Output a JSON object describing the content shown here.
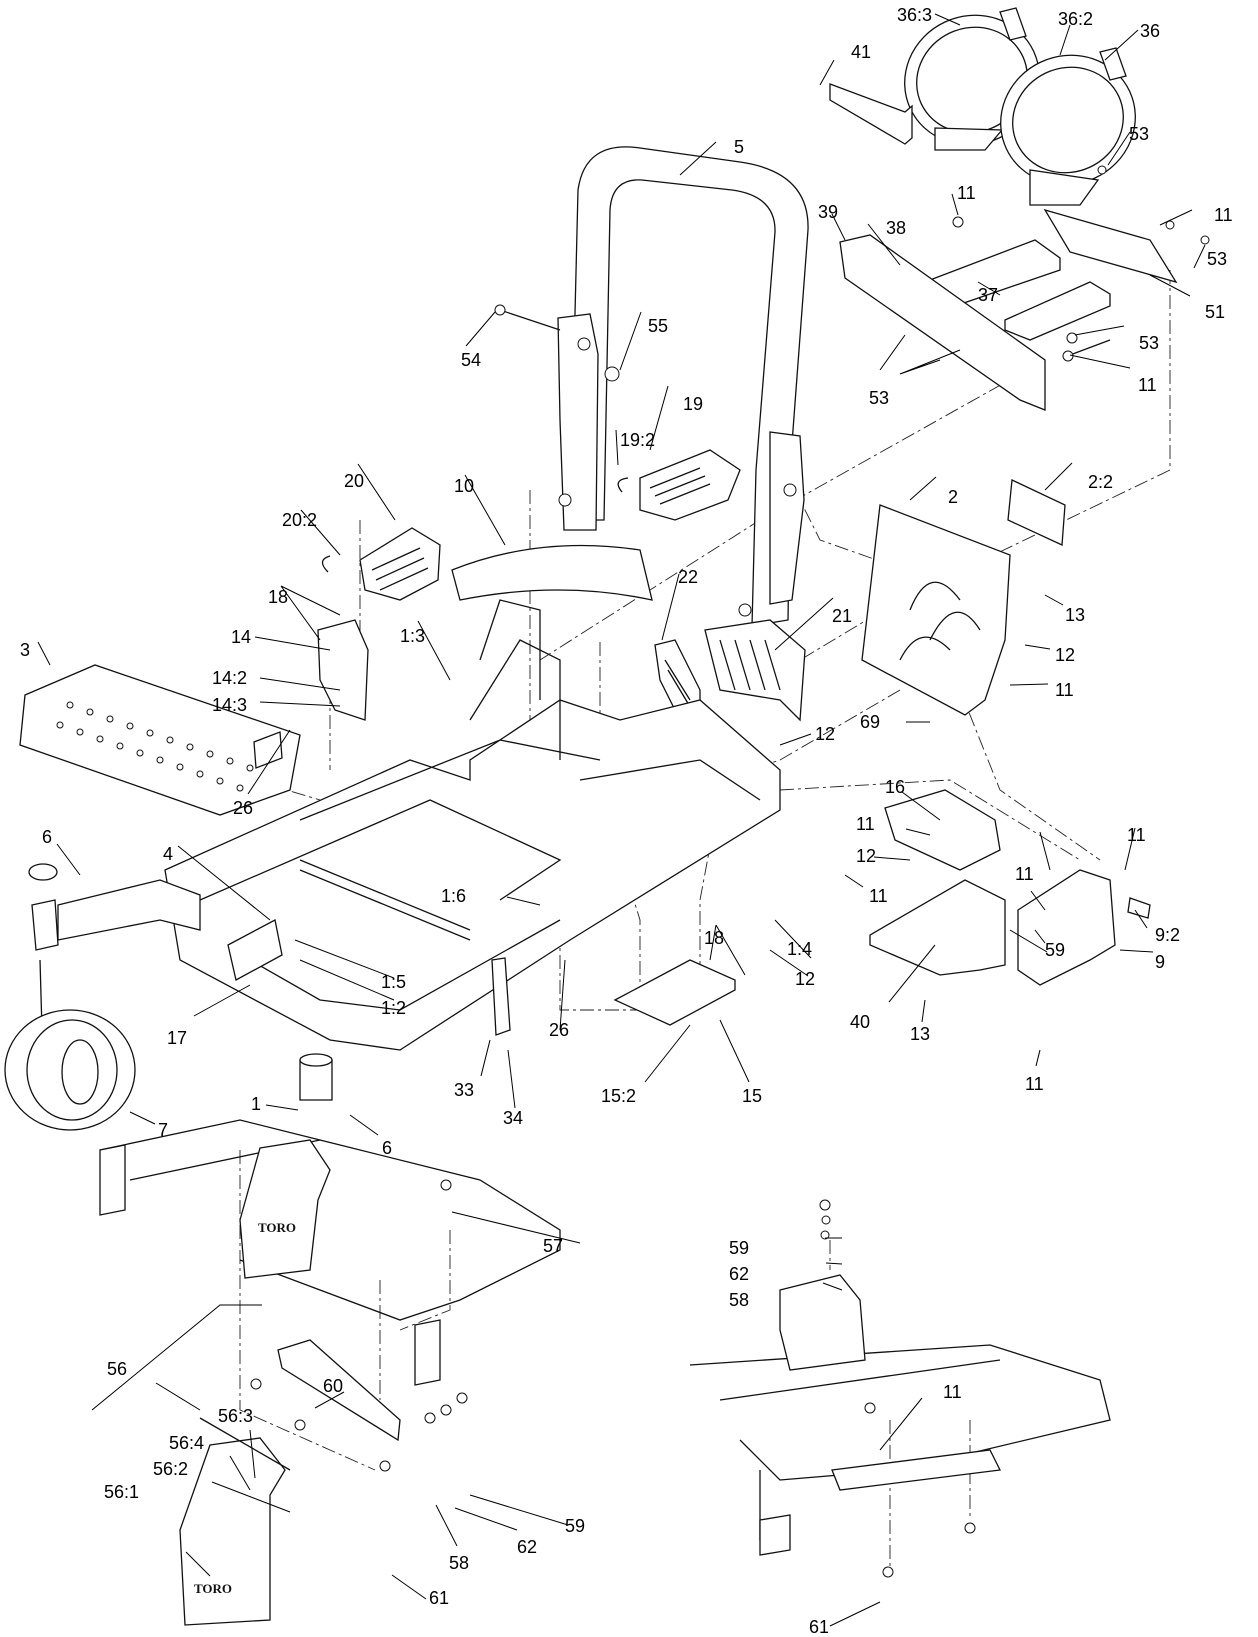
{
  "diagram": {
    "logo_text": "TORO",
    "callouts": [
      {
        "id": "36:3",
        "text": "36:3"
      },
      {
        "id": "36:2",
        "text": "36:2"
      },
      {
        "id": "36",
        "text": "36"
      },
      {
        "id": "41",
        "text": "41"
      },
      {
        "id": "53a",
        "text": "53"
      },
      {
        "id": "5",
        "text": "5"
      },
      {
        "id": "11a",
        "text": "11"
      },
      {
        "id": "11b",
        "text": "11"
      },
      {
        "id": "39",
        "text": "39"
      },
      {
        "id": "38",
        "text": "38"
      },
      {
        "id": "53b",
        "text": "53"
      },
      {
        "id": "51",
        "text": "51"
      },
      {
        "id": "37",
        "text": "37"
      },
      {
        "id": "53c",
        "text": "53"
      },
      {
        "id": "54",
        "text": "54"
      },
      {
        "id": "55",
        "text": "55"
      },
      {
        "id": "11c",
        "text": "11"
      },
      {
        "id": "53d",
        "text": "53"
      },
      {
        "id": "19",
        "text": "19"
      },
      {
        "id": "19:2",
        "text": "19:2"
      },
      {
        "id": "20",
        "text": "20"
      },
      {
        "id": "10",
        "text": "10"
      },
      {
        "id": "2",
        "text": "2"
      },
      {
        "id": "2:2",
        "text": "2:2"
      },
      {
        "id": "20:2",
        "text": "20:2"
      },
      {
        "id": "22",
        "text": "22"
      },
      {
        "id": "18a",
        "text": "18"
      },
      {
        "id": "13a",
        "text": "13"
      },
      {
        "id": "21",
        "text": "21"
      },
      {
        "id": "3",
        "text": "3"
      },
      {
        "id": "14",
        "text": "14"
      },
      {
        "id": "1:3",
        "text": "1:3"
      },
      {
        "id": "12a",
        "text": "12"
      },
      {
        "id": "14:2",
        "text": "14:2"
      },
      {
        "id": "14:3",
        "text": "14:3"
      },
      {
        "id": "11d",
        "text": "11"
      },
      {
        "id": "69",
        "text": "69"
      },
      {
        "id": "12b",
        "text": "12"
      },
      {
        "id": "16",
        "text": "16"
      },
      {
        "id": "26a",
        "text": "26"
      },
      {
        "id": "11e",
        "text": "11"
      },
      {
        "id": "11f",
        "text": "11"
      },
      {
        "id": "12c",
        "text": "12"
      },
      {
        "id": "6a",
        "text": "6"
      },
      {
        "id": "4",
        "text": "4"
      },
      {
        "id": "11g",
        "text": "11"
      },
      {
        "id": "11h",
        "text": "11"
      },
      {
        "id": "1:6",
        "text": "1:6"
      },
      {
        "id": "9:2",
        "text": "9:2"
      },
      {
        "id": "18b",
        "text": "18"
      },
      {
        "id": "59a",
        "text": "59"
      },
      {
        "id": "1:4",
        "text": "1:4"
      },
      {
        "id": "9",
        "text": "9"
      },
      {
        "id": "1:5",
        "text": "1:5"
      },
      {
        "id": "12d",
        "text": "12"
      },
      {
        "id": "1:2",
        "text": "1:2"
      },
      {
        "id": "26b",
        "text": "26"
      },
      {
        "id": "40",
        "text": "40"
      },
      {
        "id": "17",
        "text": "17"
      },
      {
        "id": "13b",
        "text": "13"
      },
      {
        "id": "11i",
        "text": "11"
      },
      {
        "id": "33",
        "text": "33"
      },
      {
        "id": "15:2",
        "text": "15:2"
      },
      {
        "id": "15",
        "text": "15"
      },
      {
        "id": "1",
        "text": "1"
      },
      {
        "id": "7",
        "text": "7"
      },
      {
        "id": "34",
        "text": "34"
      },
      {
        "id": "6b",
        "text": "6"
      },
      {
        "id": "57",
        "text": "57"
      },
      {
        "id": "59b",
        "text": "59"
      },
      {
        "id": "62a",
        "text": "62"
      },
      {
        "id": "58a",
        "text": "58"
      },
      {
        "id": "56",
        "text": "56"
      },
      {
        "id": "60",
        "text": "60"
      },
      {
        "id": "56:3",
        "text": "56:3"
      },
      {
        "id": "11j",
        "text": "11"
      },
      {
        "id": "56:4",
        "text": "56:4"
      },
      {
        "id": "56:2",
        "text": "56:2"
      },
      {
        "id": "59c",
        "text": "59"
      },
      {
        "id": "56:1",
        "text": "56:1"
      },
      {
        "id": "62b",
        "text": "62"
      },
      {
        "id": "58b",
        "text": "58"
      },
      {
        "id": "61a",
        "text": "61"
      },
      {
        "id": "61b",
        "text": "61"
      }
    ]
  }
}
